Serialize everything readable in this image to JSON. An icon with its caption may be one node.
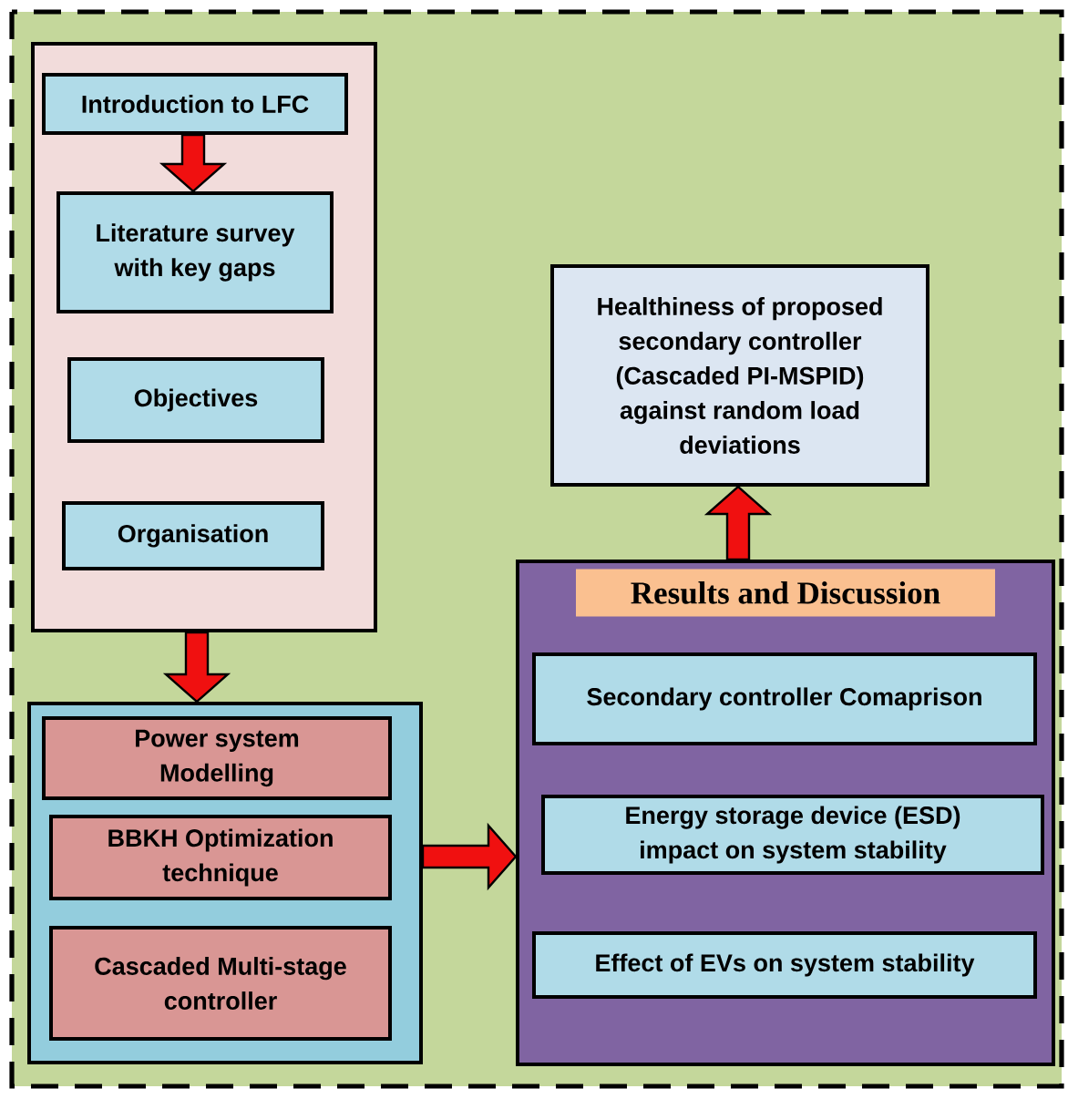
{
  "diagram": {
    "nodes": [
      {
        "text": [],
        "shape": "box"
      },
      {
        "text": [
          "Introduction to LFC"
        ],
        "in": 0
      },
      {
        "text": [
          "Literature survey with key gaps"
        ],
        "in": 0
      },
      {
        "text": [
          "Objectives"
        ],
        "in": 0
      },
      {
        "text": [
          "Organisation"
        ],
        "in": 0
      },
      {
        "text": [],
        "shape": "box"
      },
      {
        "text": [
          "Power system Modelling"
        ],
        "in": 5
      },
      {
        "text": [
          "BBKH Optimization technique"
        ],
        "in": 5
      },
      {
        "text": [
          "Cascaded Multi-stage controller"
        ],
        "in": 5
      },
      {
        "text": [
          "Healthiness of proposed secondary controller (Cascaded PI-MSPID) against random load deviations"
        ]
      },
      {
        "text": [
          "Results and Discussion"
        ]
      },
      {
        "text": [
          "Secondary controller Comaprison"
        ],
        "in": 10
      },
      {
        "text": [
          "Energy storage device (ESD) impact on system stability"
        ],
        "in": 10
      },
      {
        "text": [
          "Effect of EVs on system stability"
        ],
        "in": 10
      }
    ],
    "edges": [
      {
        "from": 1,
        "to": 2,
        "arrow": "to"
      },
      {
        "from": 0,
        "to": 5,
        "arrow": "to"
      },
      {
        "from": 5,
        "to": 10,
        "arrow": "to"
      },
      {
        "from": 10,
        "to": 9,
        "arrow": "to"
      }
    ]
  }
}
